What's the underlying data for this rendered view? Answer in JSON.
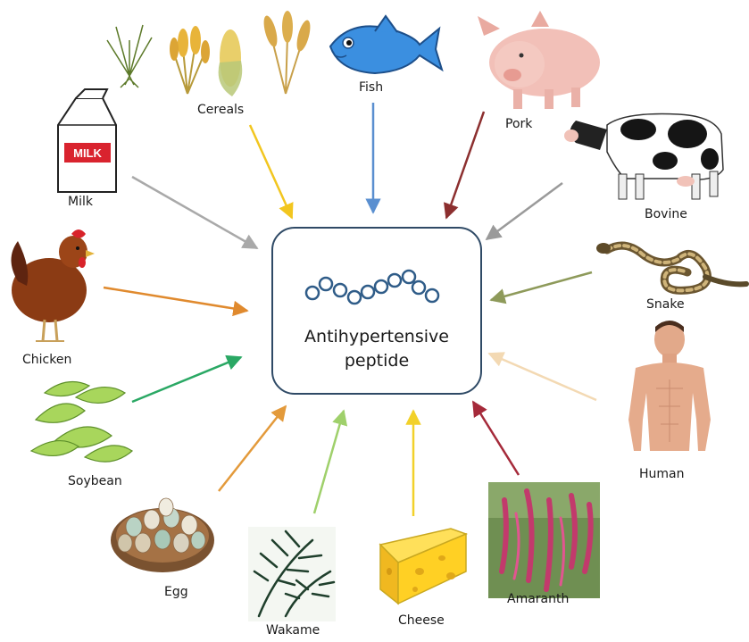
{
  "center": {
    "line1": "Antihypertensive",
    "line2": "peptide"
  },
  "sources": {
    "cereals": "Cereals",
    "fish": "Fish",
    "pork": "Pork",
    "milk": "Milk",
    "bovine": "Bovine",
    "chicken": "Chicken",
    "snake": "Snake",
    "soybean": "Soybean",
    "human": "Human",
    "egg": "Egg",
    "wakame": "Wakame",
    "cheese": "Cheese",
    "amaranth": "Amaranth"
  },
  "milk_carton_text": "MILK",
  "arrow_colors": {
    "cereals": "#f2c61f",
    "fish": "#5a8fd0",
    "pork": "#8c2f2f",
    "milk": "#a9a9a9",
    "bovine": "#9a9a9a",
    "chicken": "#e08a2e",
    "snake": "#8e9a5a",
    "soybean": "#2aa864",
    "human": "#f3d9b3",
    "egg": "#e39a3b",
    "wakame": "#9fd06b",
    "cheese": "#f2d12a",
    "amaranth": "#a52a3a"
  }
}
